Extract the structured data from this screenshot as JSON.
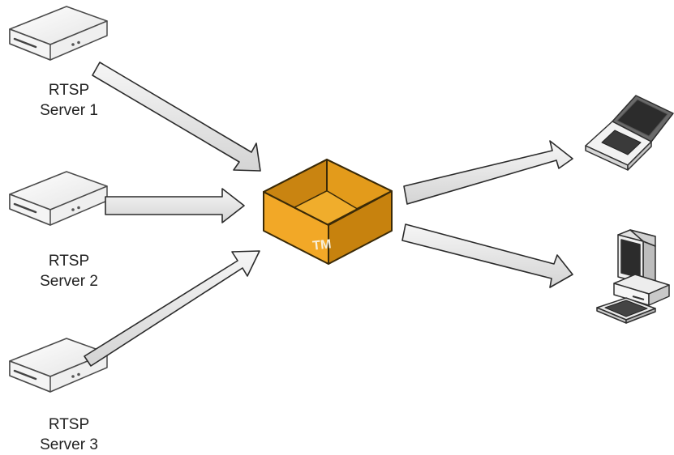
{
  "servers": [
    {
      "line1": "RTSP",
      "line2": "Server 1"
    },
    {
      "line1": "RTSP",
      "line2": "Server 2"
    },
    {
      "line1": "RTSP",
      "line2": "Server 3"
    }
  ],
  "hub": {
    "mark": "TM"
  },
  "icons": {
    "server": "rack-server-icon",
    "hub": "open-box-icon",
    "laptop": "laptop-icon",
    "desktop": "desktop-computer-icon"
  },
  "colors": {
    "arrow_fill": "#e6e6e6",
    "arrow_stroke": "#2b2b2b",
    "box_light": "#f4b030",
    "box_dark": "#b8790f",
    "box_mid": "#e09a1c",
    "server_face": "#f7f7f7",
    "device_dark": "#333333"
  }
}
